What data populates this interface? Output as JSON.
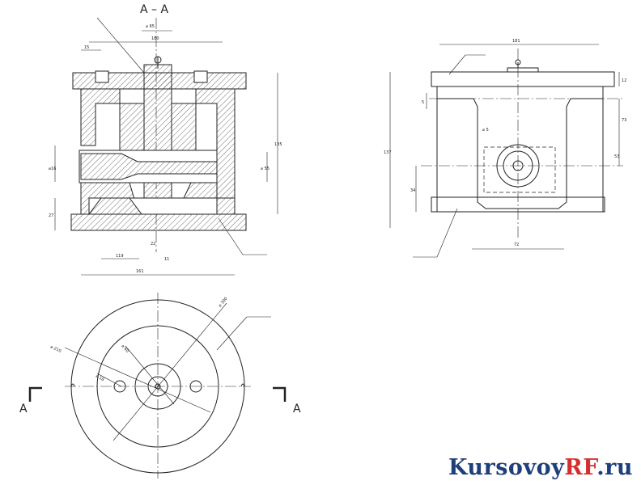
{
  "section_view": {
    "title": "А – А",
    "dims": {
      "top_phi": "⌀ 65",
      "top_width": "180",
      "left_small": "15",
      "height_right": "135",
      "left_phi": "⌀16",
      "inner_phi": "⌀ 55",
      "left_lower": "27",
      "bottom_inner": "119",
      "bottom_overall": "161",
      "bottom_small": "22",
      "bottom_tiny": "11"
    }
  },
  "side_view": {
    "dims": {
      "top_width": "181",
      "right_small": "12",
      "right_mid": "73",
      "right_lower": "53",
      "left_small": "5",
      "left_total": "137",
      "left_lower": "34",
      "center_phi": "⌀ 5",
      "bottom_width": "72"
    }
  },
  "plan_view": {
    "section_letter": "А",
    "dims": {
      "outer_phi": "⌀ 300",
      "mid_phi": "⌀ 210",
      "inner_phi": "⌀ 60",
      "hole_phi": "⌀ 18"
    }
  },
  "watermark": {
    "main": "Kursovoy",
    "accent": "RF",
    "suffix": ".ru"
  }
}
